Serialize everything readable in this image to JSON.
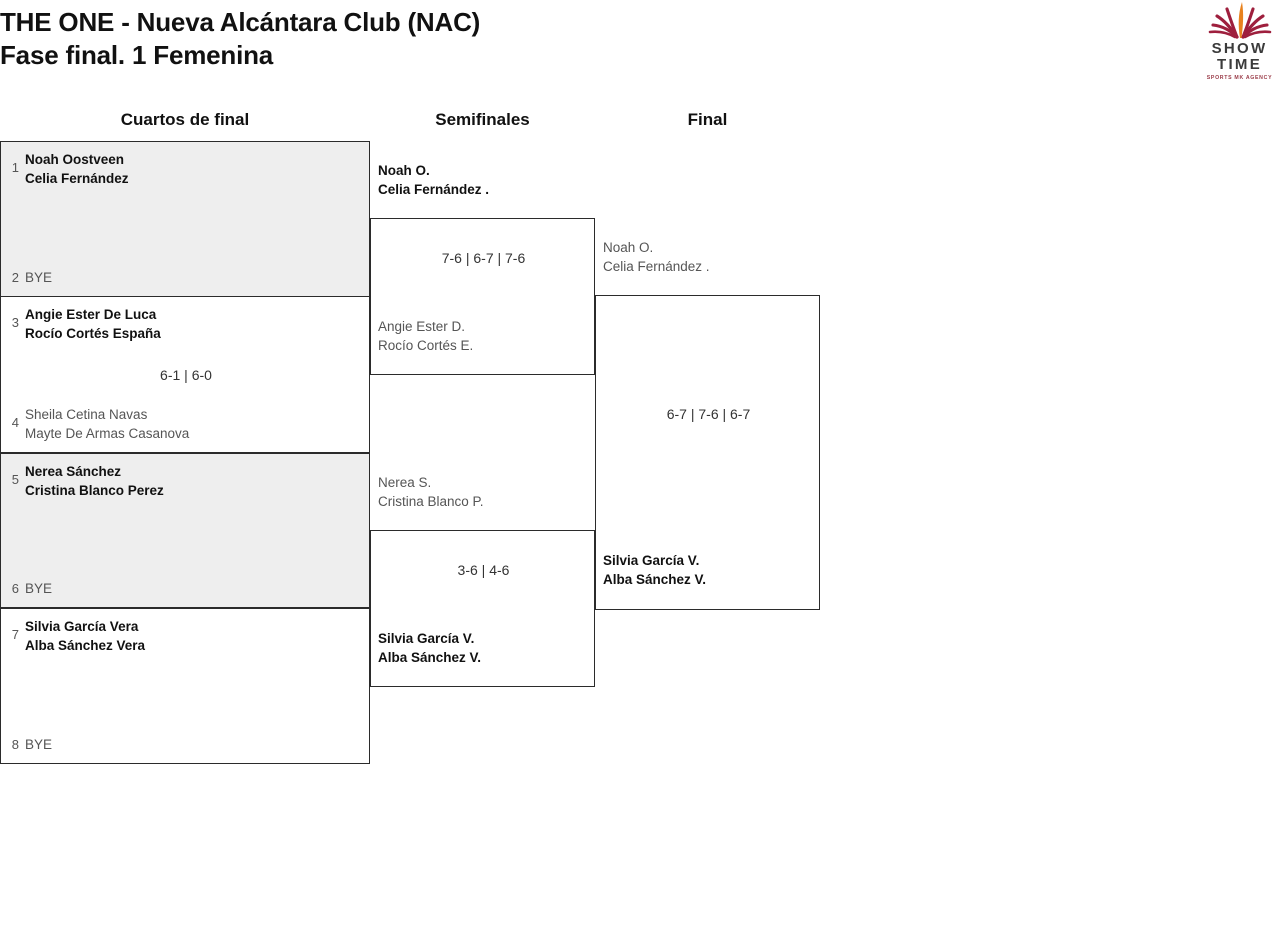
{
  "header": {
    "title_line1": "THE ONE - Nueva Alcántara Club (NAC)",
    "title_line2": "Fase final. 1 Femenina"
  },
  "logo": {
    "word1": "SHOW",
    "word2": "TIME",
    "tagline": "SPORTS MK AGENCY",
    "burst_color": "#9e1f3d",
    "plume_color": "#e8821e",
    "text_color": "#3b3b3b"
  },
  "rounds": [
    {
      "key": "qf",
      "label": "Cuartos de final"
    },
    {
      "key": "sf",
      "label": "Semifinales"
    },
    {
      "key": "fin",
      "label": "Final"
    }
  ],
  "quarterfinals": [
    {
      "shaded": true,
      "score": "",
      "top": {
        "seed": "1",
        "players": [
          "Noah Oostveen",
          "Celia Fernández"
        ],
        "winner": true,
        "bye": false
      },
      "bottom": {
        "seed": "2",
        "players": [
          "BYE"
        ],
        "winner": false,
        "bye": true
      }
    },
    {
      "shaded": false,
      "score": "6-1 | 6-0",
      "top": {
        "seed": "3",
        "players": [
          "Angie Ester De Luca",
          "Rocío Cortés España"
        ],
        "winner": true,
        "bye": false
      },
      "bottom": {
        "seed": "4",
        "players": [
          "Sheila Cetina Navas",
          "Mayte De Armas Casanova"
        ],
        "winner": false,
        "bye": false
      }
    },
    {
      "shaded": true,
      "score": "",
      "top": {
        "seed": "5",
        "players": [
          "Nerea Sánchez",
          "Cristina Blanco Perez"
        ],
        "winner": true,
        "bye": false
      },
      "bottom": {
        "seed": "6",
        "players": [
          "BYE"
        ],
        "winner": false,
        "bye": true
      }
    },
    {
      "shaded": false,
      "score": "",
      "top": {
        "seed": "7",
        "players": [
          "Silvia García Vera",
          "Alba Sánchez Vera"
        ],
        "winner": true,
        "bye": false
      },
      "bottom": {
        "seed": "8",
        "players": [
          "BYE"
        ],
        "winner": false,
        "bye": true
      }
    }
  ],
  "semifinals": [
    {
      "score": "7-6 | 6-7 | 7-6",
      "top": {
        "players": [
          "Noah O.",
          "Celia Fernández ."
        ],
        "winner": true
      },
      "bottom": {
        "players": [
          "Angie Ester D.",
          "Rocío Cortés E."
        ],
        "winner": false
      }
    },
    {
      "score": "3-6 | 4-6",
      "top": {
        "players": [
          "Nerea S.",
          "Cristina Blanco P."
        ],
        "winner": false
      },
      "bottom": {
        "players": [
          "Silvia García V.",
          "Alba Sánchez V."
        ],
        "winner": true
      }
    }
  ],
  "final": {
    "score": "6-7 | 7-6 | 6-7",
    "top": {
      "players": [
        "Noah O.",
        "Celia Fernández ."
      ],
      "winner": false
    },
    "bottom": {
      "players": [
        "Silvia García V.",
        "Alba Sánchez V."
      ],
      "winner": true
    }
  }
}
